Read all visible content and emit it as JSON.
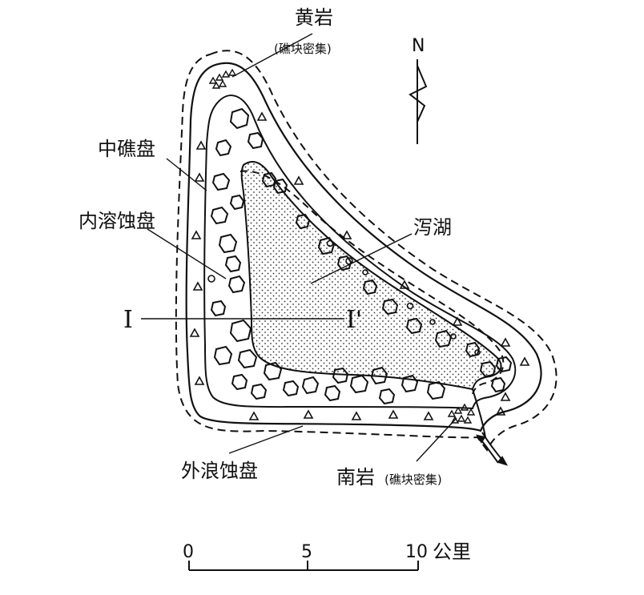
{
  "labels": {
    "north_rock": "黄岩",
    "north_rock_note": "(礁块密集)",
    "middle_platform": "中礁盘",
    "inner_platform": "内溶蚀盘",
    "lagoon": "泻湖",
    "outer_platform": "外浪蚀盘",
    "south_rock": "南岩",
    "south_rock_note": "(礁块密集)",
    "north": "N",
    "section_left": "I",
    "section_right": "I'"
  },
  "scale_bar": {
    "ticks": [
      "0",
      "5",
      "10"
    ],
    "unit": "公里"
  },
  "colors": {
    "ink": "#111111",
    "background": "#ffffff"
  }
}
